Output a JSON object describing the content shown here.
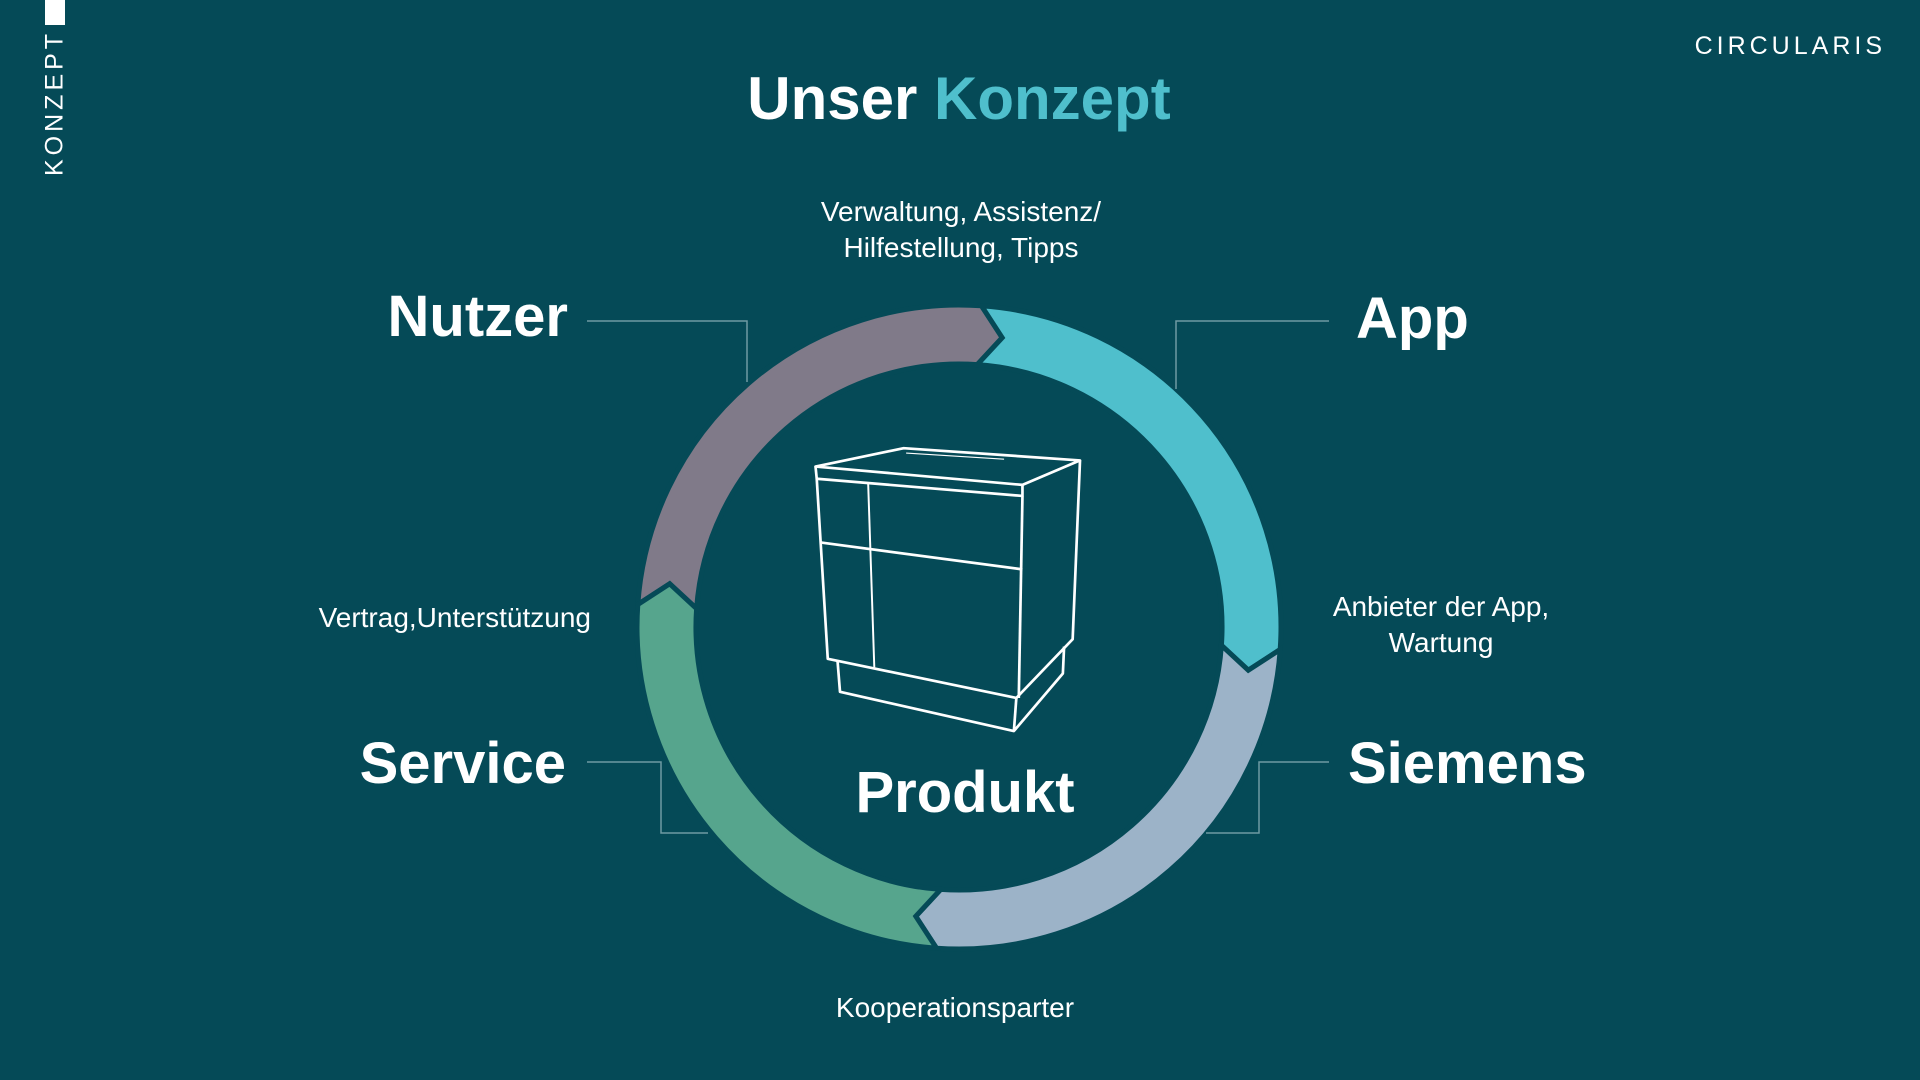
{
  "sidebar": {
    "label": "KONZEPT"
  },
  "logo": "CIRCULARIS",
  "title": {
    "part1": "Unser",
    "part2": "Konzept"
  },
  "center_label": "Produkt",
  "segments": [
    {
      "label": "Nutzer",
      "color": "#807a89"
    },
    {
      "label": "App",
      "color": "#4fbfcc"
    },
    {
      "label": "Siemens",
      "color": "#9cb3c8"
    },
    {
      "label": "Service",
      "color": "#56a58d"
    }
  ],
  "annotations": {
    "top_line1": "Verwaltung, Assistenz/",
    "top_line2": "Hilfestellung, Tipps",
    "right_line1": "Anbieter der App,",
    "right_line2": "Wartung",
    "left": "Vertrag,Unterstützung",
    "bottom": "Kooperationsparter"
  },
  "colors": {
    "background": "#054a57",
    "accent": "#4fbfcc"
  }
}
